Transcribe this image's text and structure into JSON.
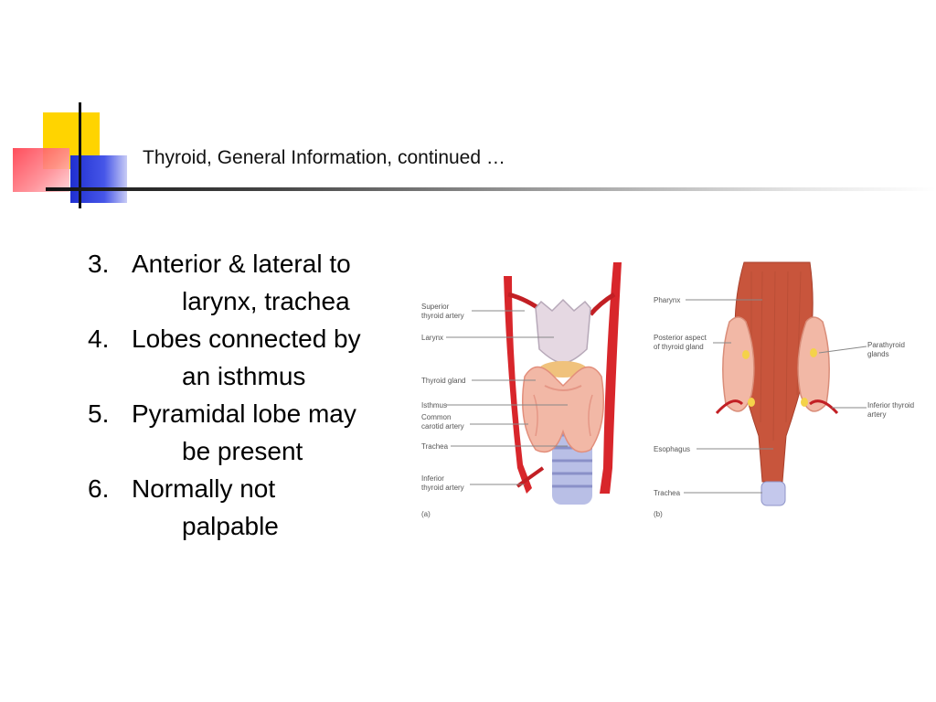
{
  "slide": {
    "title": "Thyroid, General Information, continued …",
    "bullets": [
      {
        "number": "3.",
        "line1": "Anterior & lateral to",
        "line2": "larynx, trachea"
      },
      {
        "number": "4.",
        "line1": "Lobes connected by",
        "line2": "an isthmus"
      },
      {
        "number": "5.",
        "line1": "Pyramidal lobe may",
        "line2": "be present"
      },
      {
        "number": "6.",
        "line1": "Normally not",
        "line2": "palpable"
      }
    ]
  },
  "figure_a": {
    "label": "(a)",
    "callouts": {
      "superior_thyroid_artery": [
        "Superior",
        "thyroid artery"
      ],
      "larynx": "Larynx",
      "thyroid_gland": "Thyroid gland",
      "isthmus": "Isthmus",
      "common_carotid_artery": [
        "Common",
        "carotid artery"
      ],
      "trachea": "Trachea",
      "inferior_thyroid_artery": [
        "Inferior",
        "thyroid artery"
      ]
    }
  },
  "figure_b": {
    "label": "(b)",
    "callouts": {
      "pharynx": "Pharynx",
      "posterior_aspect": [
        "Posterior aspect",
        "of thyroid gland"
      ],
      "parathyroid_glands": [
        "Parathyroid",
        "glands"
      ],
      "inferior_thyroid_artery": [
        "Inferior thyroid",
        "artery"
      ],
      "esophagus": "Esophagus",
      "trachea": "Trachea"
    }
  },
  "colors": {
    "accent_yellow": "#ffd400",
    "accent_red": "#ff3b4a",
    "accent_blue": "#1f2fd0",
    "artery_red": "#d8262b",
    "gland_pink": "#f2b8a6",
    "muscle": "#c8553c"
  }
}
